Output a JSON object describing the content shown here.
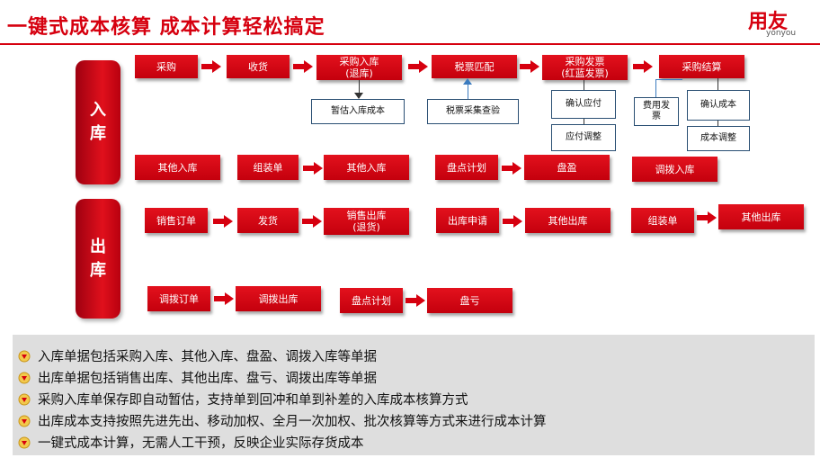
{
  "header": {
    "title": "一键式成本核算 成本计算轻松搞定",
    "logo": "用友",
    "logo_sub": "yonyou"
  },
  "colors": {
    "accent": "#d6000f",
    "box_border": "#2a4f73",
    "arrow_blue": "#3b7bbf"
  },
  "sections": {
    "inbound_label": "入\n库",
    "outbound_label": "出\n库"
  },
  "nodes": {
    "n1": "采购",
    "n2": "收货",
    "n3": "采购入库\n(退库)",
    "n4": "税票匹配",
    "n5": "采购发票\n(红蓝发票)",
    "n6": "采购结算",
    "w1": "暂估入库成本",
    "w2": "税票采集查验",
    "w3": "确认应付",
    "w4": "应付调整",
    "w5": "费用发\n票",
    "w6": "确认成本",
    "w7": "成本调整",
    "r2a": "其他入库",
    "r2b": "组装单",
    "r2c": "其他入库",
    "r2d": "盘点计划",
    "r2e": "盘盈",
    "r2f": "调拨入库",
    "o1": "销售订单",
    "o2": "发货",
    "o3": "销售出库\n(退货)",
    "o4": "出库申请",
    "o5": "其他出库",
    "o6": "组装单",
    "o7": "其他出库",
    "o8": "调拨订单",
    "o9": "调拨出库",
    "o10": "盘点计划",
    "o11": "盘亏"
  },
  "bullets": [
    "入库单据包括采购入库、其他入库、盘盈、调拨入库等单据",
    "出库单据包括销售出库、其他出库、盘亏、调拨出库等单据",
    "采购入库单保存即自动暂估，支持单到回冲和单到补差的入库成本核算方式",
    "出库成本支持按照先进先出、移动加权、全月一次加权、批次核算等方式来进行成本计算",
    "一键式成本计算，无需人工干预，反映企业实际存货成本"
  ]
}
